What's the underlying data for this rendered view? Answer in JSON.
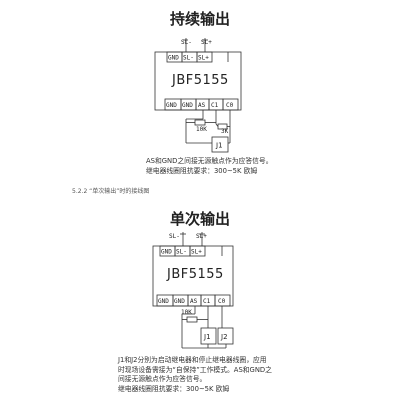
{
  "diagram1": {
    "title": "持续输出",
    "model": "JBF5155",
    "top_wires": [
      "SL-",
      "SL+"
    ],
    "top_terminals": [
      "GND",
      "SL-",
      "SL+"
    ],
    "bottom_terminals": [
      "GND",
      "GND",
      "AS",
      "C1",
      "C0"
    ],
    "resistor_1": "10K",
    "resistor_2": "3K",
    "relay": "J1",
    "notes": [
      "AS和GND之间接无源触点作为应答信号。",
      "继电器线圈阻抗要求：300~5K 欧姆"
    ]
  },
  "section_heading": "5.2.2   “单次输出”时的接线图",
  "diagram2": {
    "title": "单次输出",
    "model": "JBF5155",
    "top_wires": [
      "SL-",
      "SL+"
    ],
    "top_terminals": [
      "GND",
      "SL-",
      "SL+"
    ],
    "bottom_terminals": [
      "GND",
      "GND",
      "AS",
      "C1",
      "C0"
    ],
    "resistor_1": "10K",
    "relay_1": "J1",
    "relay_2": "J2",
    "notes": [
      "J1和J2分别为启动继电器和停止继电器线圈，应用",
      "时现场设备需接为“自保持”工作模式。AS和GND之",
      "间接无源触点作为应答信号。",
      "继电器线圈阻抗要求：300~5K 欧姆"
    ]
  }
}
